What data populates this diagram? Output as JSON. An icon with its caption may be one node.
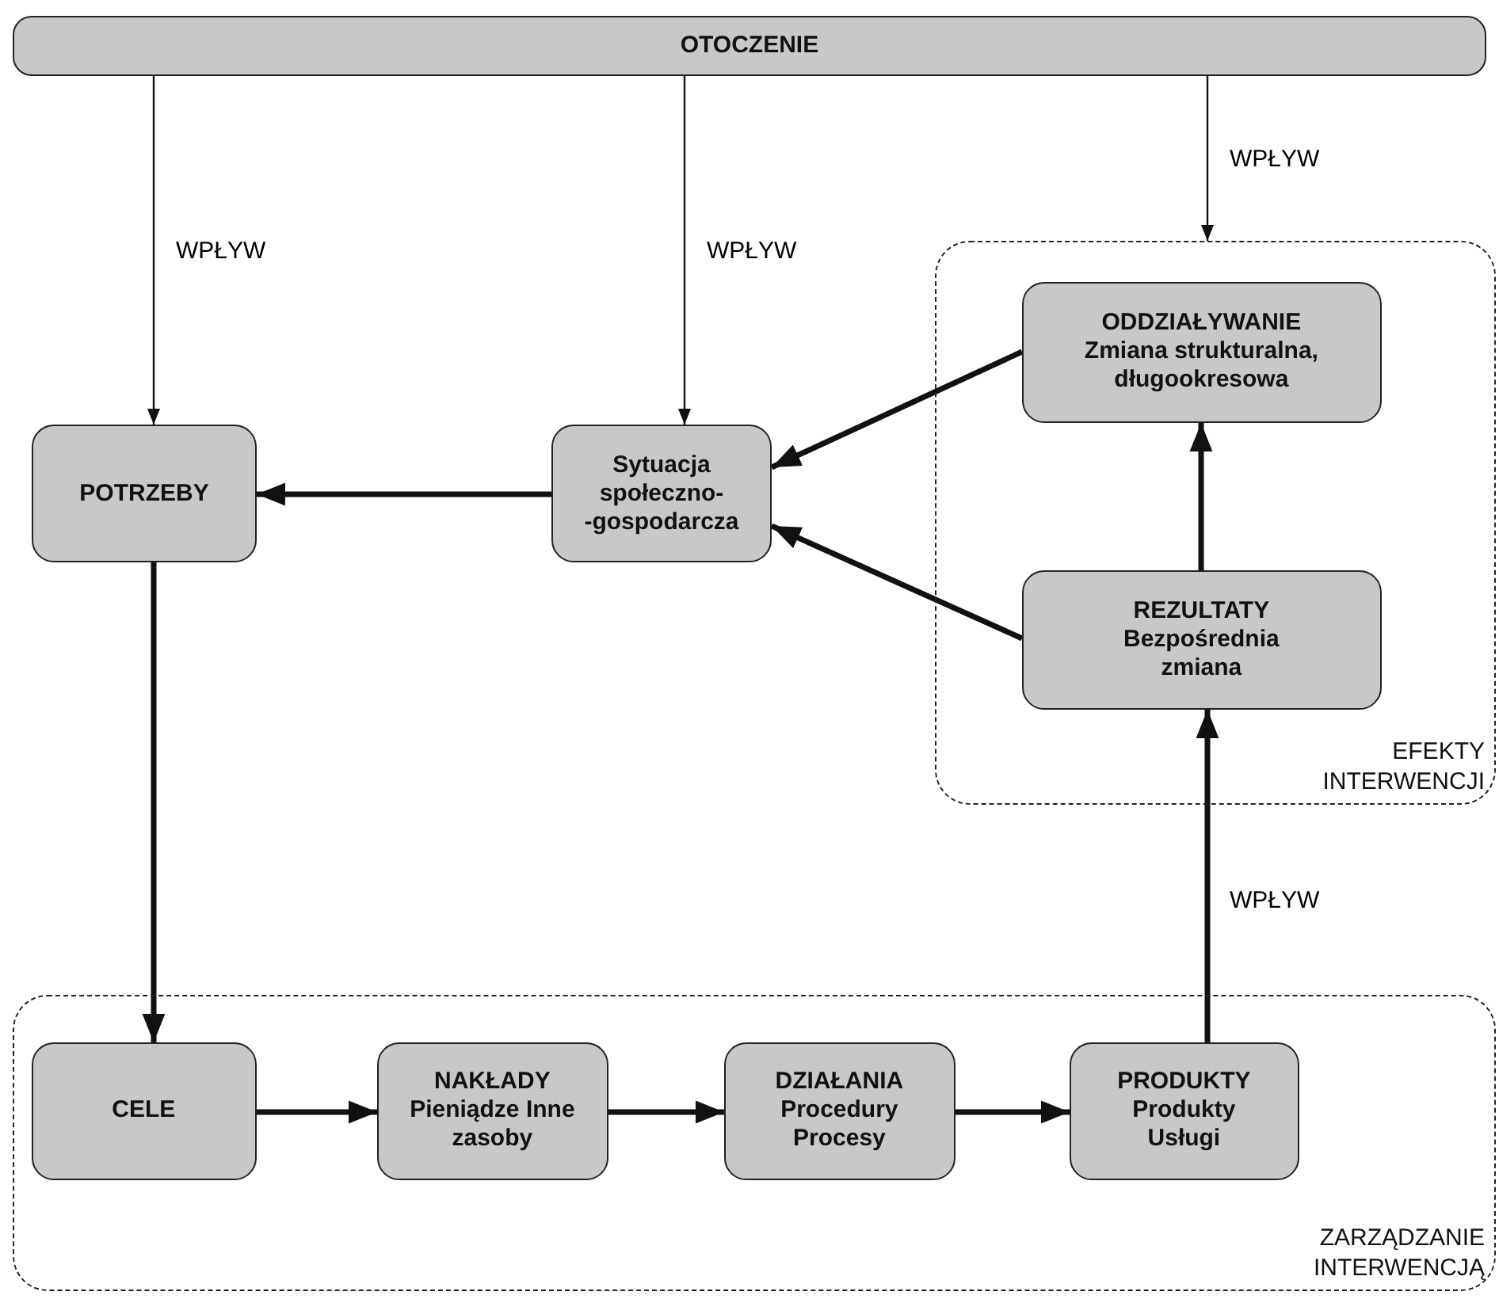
{
  "diagram": {
    "nodes": [
      {
        "text": [
          "OTOCZENIE"
        ]
      },
      {
        "text": [
          "EFEKTY INTERWENCJI"
        ]
      },
      {
        "text": [
          "ODDZIAŁYWANIE",
          "Zmiana strukturalna, długookresowa"
        ],
        "in": 1
      },
      {
        "text": [
          "REZULTATY",
          "Bezpośrednia zmiana"
        ],
        "in": 1
      },
      {
        "text": [
          "POTRZEBY"
        ]
      },
      {
        "text": [
          "Sytuacja społeczno- -gospodarcza"
        ]
      },
      {
        "text": [
          "ZARZĄDZANIE INTERWENCJĄ"
        ]
      },
      {
        "text": [
          "CELE"
        ],
        "in": 6
      },
      {
        "text": [
          "NAKŁADY",
          "Pieniądze Inne zasoby"
        ],
        "in": 6
      },
      {
        "text": [
          "DZIAŁANIA",
          "Procedury Procesy"
        ],
        "in": 6
      },
      {
        "text": [
          "PRODUKTY",
          "Produkty Usługi"
        ],
        "in": 6
      }
    ],
    "edges": [
      {
        "from": 0,
        "to": 4,
        "arrow": "to",
        "label": "WPŁYW"
      },
      {
        "from": 0,
        "to": 5,
        "arrow": "to",
        "label": "WPŁYW"
      },
      {
        "from": 0,
        "to": 1,
        "arrow": "to",
        "label": "WPŁYW"
      },
      {
        "from": 2,
        "to": 5,
        "arrow": "to"
      },
      {
        "from": 3,
        "to": 5,
        "arrow": "to"
      },
      {
        "from": 3,
        "to": 2,
        "arrow": "to"
      },
      {
        "from": 5,
        "to": 4,
        "arrow": "to"
      },
      {
        "from": 4,
        "to": 7,
        "arrow": "to"
      },
      {
        "from": 7,
        "to": 8,
        "arrow": "to"
      },
      {
        "from": 8,
        "to": 9,
        "arrow": "to"
      },
      {
        "from": 9,
        "to": 10,
        "arrow": "to"
      },
      {
        "from": 10,
        "to": 3,
        "arrow": "to",
        "label": "WPŁYW"
      }
    ]
  }
}
